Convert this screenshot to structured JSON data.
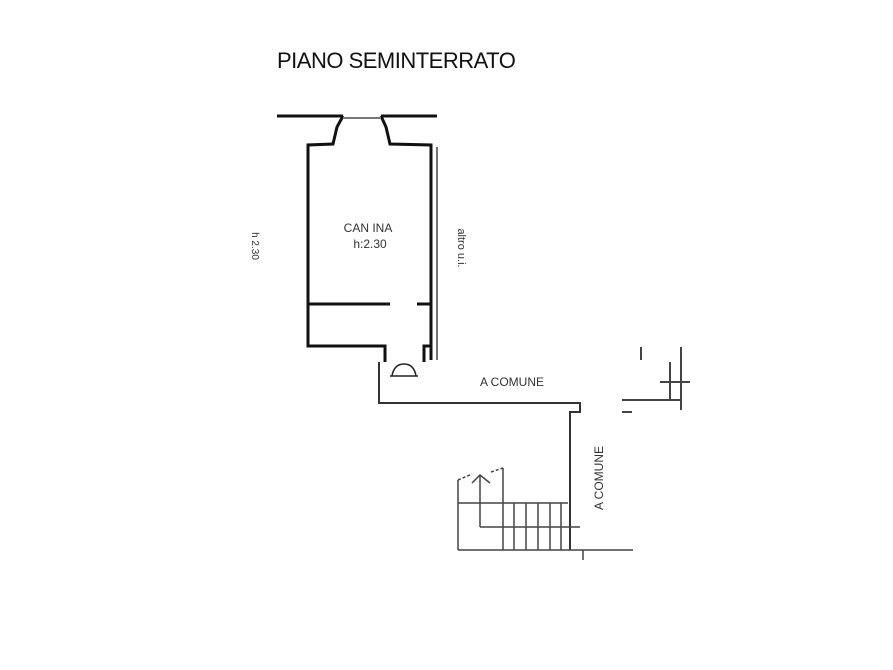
{
  "title": "PIANO SEMINTERRATO",
  "rooms": [
    {
      "name": "CANTINA",
      "label_line1": "CANTINA",
      "label_line2": "h 2.30",
      "display_line1": "CAN INA",
      "display_line2": "h:2.30"
    }
  ],
  "labels": {
    "left_dimension": "h 2.30",
    "right_side_text": "altro u.i.",
    "corridor_horizontal": "A COMUNE",
    "corridor_vertical": "A COMUNE"
  },
  "colors": {
    "wall": "#111111",
    "thin_line": "#444444",
    "background": "#ffffff"
  }
}
